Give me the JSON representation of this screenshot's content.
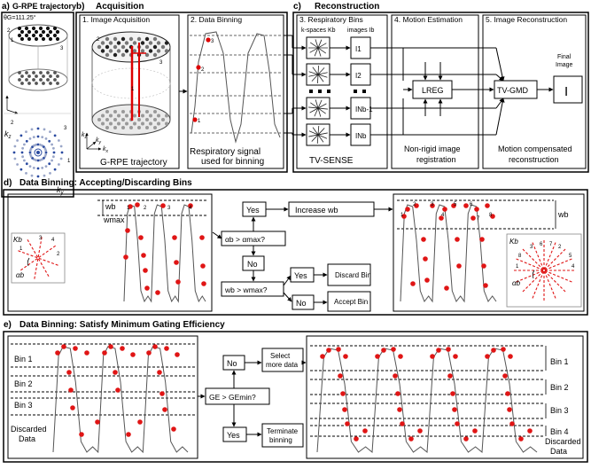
{
  "panel_a": {
    "label": "a)",
    "title": "G-RPE trajectory",
    "angle": "θG=111.25°"
  },
  "panel_b": {
    "label": "b)",
    "title": "Acquisition",
    "step1": "1. Image Acquisition",
    "step2": "2. Data Binning",
    "traj_caption": "G-RPE trajectory",
    "signal_caption_1": "Respiratory signal",
    "signal_caption_2": "used for binning"
  },
  "panel_c": {
    "label": "c)",
    "title": "Reconstruction",
    "step3": "3. Respiratory Bins",
    "step4": "4. Motion Estimation",
    "step5": "5. Image Reconstruction",
    "kspaces": "k-spaces Kb",
    "images": "images Ib",
    "img_labels": [
      "I1",
      "I2",
      "INb-1",
      "INb"
    ],
    "tv_sense": "TV-SENSE",
    "lreg": "LREG",
    "tv_gmd": "TV-GMD",
    "final_image_1": "Final",
    "final_image_2": "Image",
    "final_symbol": "I",
    "reg_caption_1": "Non-rigid image",
    "reg_caption_2": "registration",
    "recon_caption_1": "Motion compensated",
    "recon_caption_2": "reconstruction"
  },
  "panel_d": {
    "label": "d)",
    "title": "Data Binning: Accepting/Discarding Bins",
    "wb": "wb",
    "wmax": "wmax",
    "kb": "Kb",
    "alpha": "αb",
    "q1": "αb > αmax?",
    "q2": "wb > wmax?",
    "yes": "Yes",
    "no": "No",
    "increase": "Increase wb",
    "discard": "Discard Bin",
    "accept": "Accept Bin",
    "left_counts": [
      "1",
      "2",
      "3",
      "4"
    ],
    "right_counts": [
      "1",
      "2",
      "3",
      "4",
      "5",
      "6",
      "7",
      "8"
    ]
  },
  "panel_e": {
    "label": "e)",
    "title": "Data Binning: Satisfy Minimum Gating Efficiency",
    "bins_left": [
      "Bin 1",
      "Bin 2",
      "Bin 3"
    ],
    "discarded": [
      "Discarded",
      "Data"
    ],
    "question": "GE > GEmin?",
    "no": "No",
    "yes": "Yes",
    "select": [
      "Select",
      "more data"
    ],
    "terminate": [
      "Terminate",
      "binning"
    ],
    "bins_right": [
      "Bin 1",
      "Bin 2",
      "Bin 3",
      "Bin 4"
    ]
  }
}
